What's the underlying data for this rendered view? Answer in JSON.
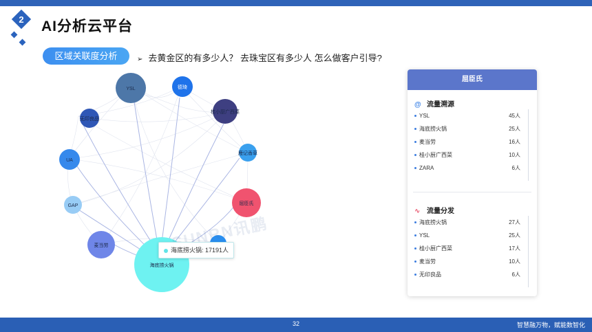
{
  "header": {
    "badge_number": "2",
    "title": "AI分析云平台"
  },
  "subheader": {
    "pill_label": "区域关联度分析",
    "question": "去黄金区的有多少人？ 去珠宝区有多少人  怎么做客户引导?"
  },
  "graph": {
    "nodes": [
      {
        "label": "YSL"
      },
      {
        "label": "德琦"
      },
      {
        "label": "无印良品"
      },
      {
        "label": "桂小厨广西菜"
      },
      {
        "label": "UA"
      },
      {
        "label": "鹿记香草"
      },
      {
        "label": "GAP"
      },
      {
        "label": "屈臣氏"
      },
      {
        "label": "麦当劳"
      },
      {
        "label": "海底捞火锅"
      }
    ],
    "tooltip": "海底捞火锅: 17191人",
    "watermark": "SUNRN讯鹏"
  },
  "panel": {
    "header": "屈臣氏",
    "source_title": "流量溯源",
    "source_items": [
      {
        "name": "YSL",
        "value": "45人"
      },
      {
        "name": "海底捞火锅",
        "value": "25人"
      },
      {
        "name": "麦当劳",
        "value": "16人"
      },
      {
        "name": "桂小厨广西菜",
        "value": "10人"
      },
      {
        "name": "ZARA",
        "value": "6人"
      }
    ],
    "dist_title": "流量分发",
    "dist_items": [
      {
        "name": "海底捞火锅",
        "value": "27人"
      },
      {
        "name": "YSL",
        "value": "25人"
      },
      {
        "name": "桂小厨广西菜",
        "value": "17人"
      },
      {
        "name": "麦当劳",
        "value": "10人"
      },
      {
        "name": "无印良品",
        "value": "6人"
      }
    ]
  },
  "footer": {
    "page_number": "32",
    "slogan": "智慧融万物，赋能数智化"
  },
  "colors": {
    "brand_blue": "#2f63b8",
    "accent_cyan": "#62e4e8",
    "panel_header": "#5b76cb",
    "highlight_red": "#f0536f"
  },
  "icons": {
    "source": "at-sign-icon",
    "dist": "pulse-icon",
    "bullet": "arrowhead-icon"
  }
}
